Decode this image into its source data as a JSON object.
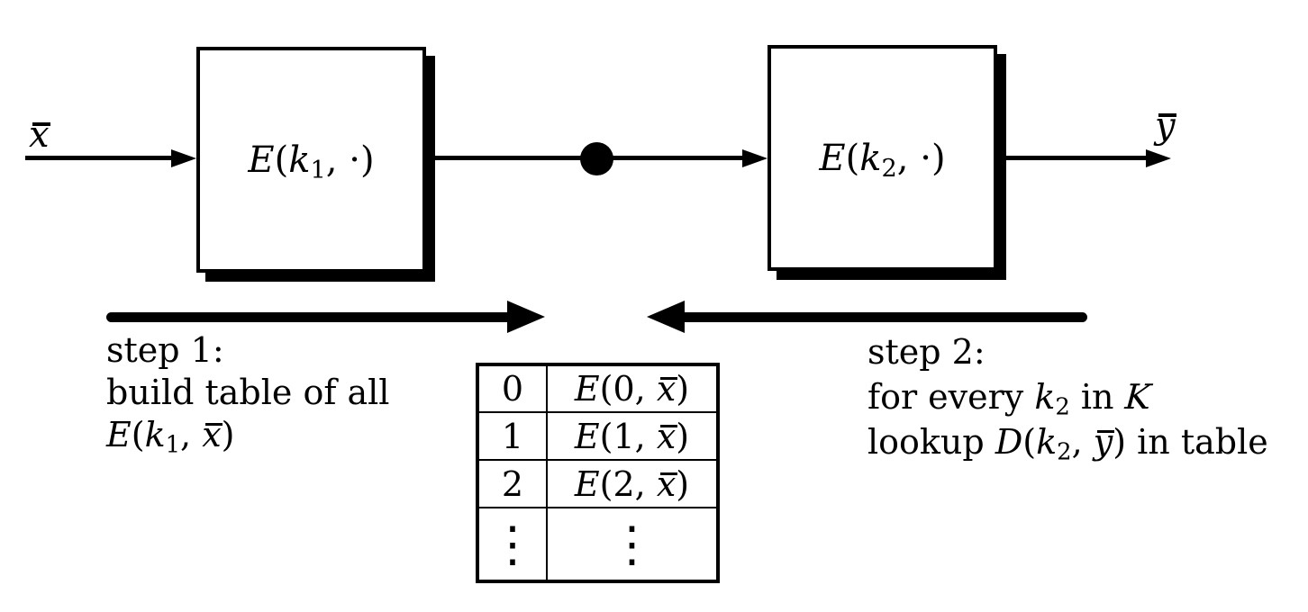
{
  "colors": {
    "ink": "#000000",
    "paper": "#ffffff"
  },
  "flow": {
    "input_label": [
      {
        "t": "x",
        "s": "bar"
      }
    ],
    "output_label": [
      {
        "t": "y",
        "s": "bar"
      }
    ],
    "box1_label": [
      {
        "t": "E",
        "s": "it"
      },
      {
        "t": "(",
        "s": "rm"
      },
      {
        "t": "k",
        "s": "it"
      },
      {
        "t": "1",
        "s": "sub"
      },
      {
        "t": ", ",
        "s": "rm"
      },
      {
        "t": "·",
        "s": "rm"
      },
      {
        "t": ")",
        "s": "rm"
      }
    ],
    "box2_label": [
      {
        "t": "E",
        "s": "it"
      },
      {
        "t": "(",
        "s": "rm"
      },
      {
        "t": "k",
        "s": "it"
      },
      {
        "t": "2",
        "s": "sub"
      },
      {
        "t": ", ",
        "s": "rm"
      },
      {
        "t": "·",
        "s": "rm"
      },
      {
        "t": ")",
        "s": "rm"
      }
    ]
  },
  "captions": {
    "step1": {
      "line1": "step 1:",
      "line2": "build table of all",
      "line3": [
        {
          "t": "E",
          "s": "it"
        },
        {
          "t": "(",
          "s": "rm"
        },
        {
          "t": "k",
          "s": "it"
        },
        {
          "t": "1",
          "s": "sub"
        },
        {
          "t": ", ",
          "s": "rm"
        },
        {
          "t": "x",
          "s": "bar"
        },
        {
          "t": ")",
          "s": "rm"
        }
      ]
    },
    "step2": {
      "line1": "step 2:",
      "line2": [
        {
          "t": "for every ",
          "s": "rm"
        },
        {
          "t": "k",
          "s": "it"
        },
        {
          "t": "2",
          "s": "sub"
        },
        {
          "t": " in ",
          "s": "rm"
        },
        {
          "t": "K",
          "s": "scr"
        }
      ],
      "line3": [
        {
          "t": "lookup ",
          "s": "rm"
        },
        {
          "t": "D",
          "s": "it"
        },
        {
          "t": "(",
          "s": "rm"
        },
        {
          "t": "k",
          "s": "it"
        },
        {
          "t": "2",
          "s": "sub"
        },
        {
          "t": ", ",
          "s": "rm"
        },
        {
          "t": "y",
          "s": "bar"
        },
        {
          "t": ")",
          "s": "rm"
        },
        {
          "t": " in table",
          "s": "rm"
        }
      ]
    }
  },
  "table": {
    "rows": [
      {
        "dots": false,
        "cells": [
          [
            {
              "t": "0",
              "s": "rm"
            }
          ],
          [
            {
              "t": "E",
              "s": "it"
            },
            {
              "t": "(0, ",
              "s": "rm"
            },
            {
              "t": "x",
              "s": "bar"
            },
            {
              "t": ")",
              "s": "rm"
            }
          ]
        ]
      },
      {
        "dots": false,
        "cells": [
          [
            {
              "t": "1",
              "s": "rm"
            }
          ],
          [
            {
              "t": "E",
              "s": "it"
            },
            {
              "t": "(1, ",
              "s": "rm"
            },
            {
              "t": "x",
              "s": "bar"
            },
            {
              "t": ")",
              "s": "rm"
            }
          ]
        ]
      },
      {
        "dots": false,
        "cells": [
          [
            {
              "t": "2",
              "s": "rm"
            }
          ],
          [
            {
              "t": "E",
              "s": "it"
            },
            {
              "t": "(2, ",
              "s": "rm"
            },
            {
              "t": "x",
              "s": "bar"
            },
            {
              "t": ")",
              "s": "rm"
            }
          ]
        ]
      },
      {
        "dots": true,
        "cells": [
          [
            {
              "t": "⋮",
              "s": "dots"
            }
          ],
          [
            {
              "t": "⋮",
              "s": "dots"
            }
          ]
        ]
      }
    ]
  }
}
